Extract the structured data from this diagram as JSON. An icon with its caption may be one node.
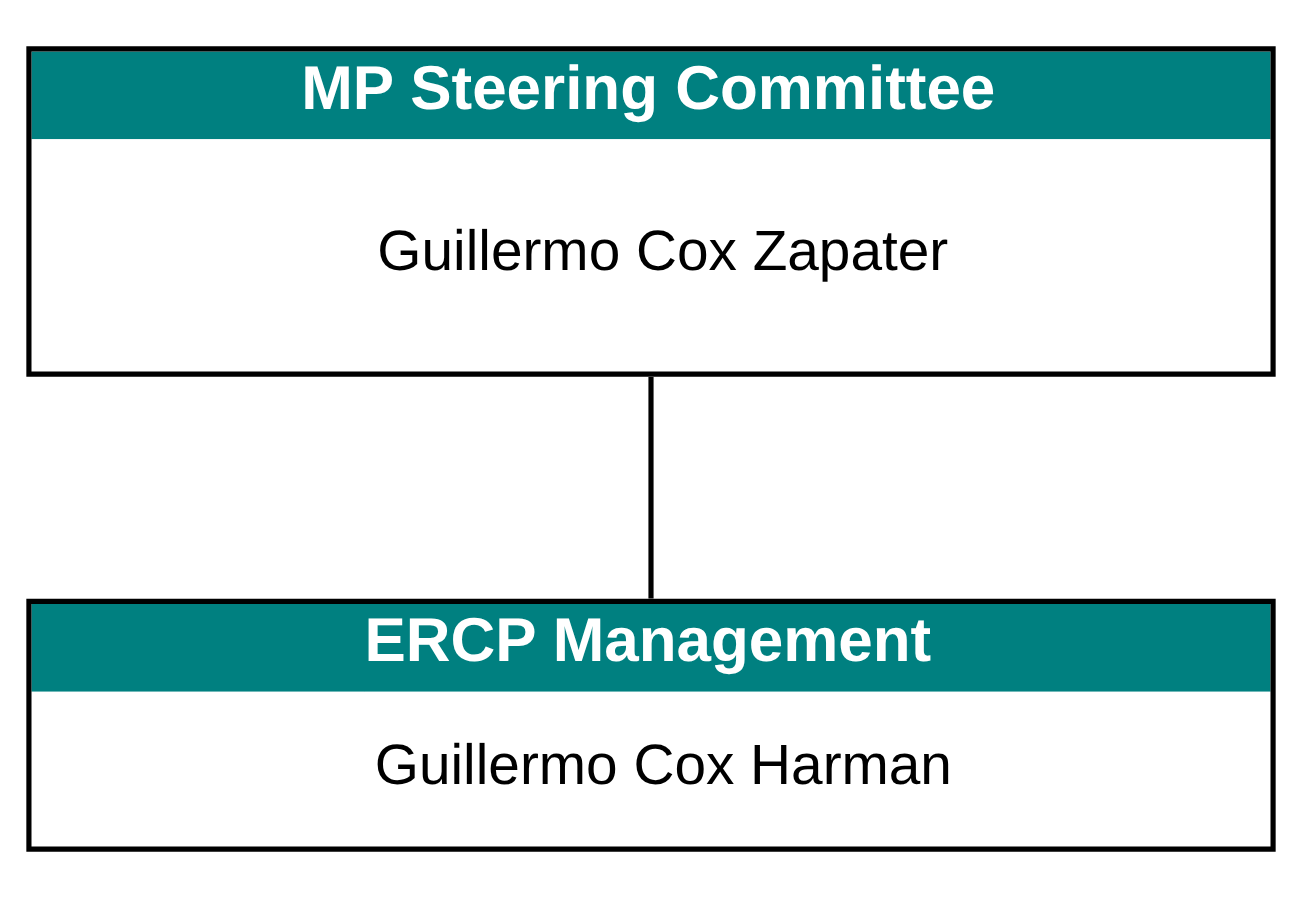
{
  "diagram": {
    "nodes": [
      {
        "text": [
          "MP Steering Committee",
          "Guillermo Cox Zapater"
        ]
      },
      {
        "text": [
          "ERCP Management",
          "Guillermo Cox Harman"
        ]
      }
    ],
    "edges": [
      {
        "from": 0,
        "to": 1,
        "arrow": "none"
      }
    ]
  }
}
